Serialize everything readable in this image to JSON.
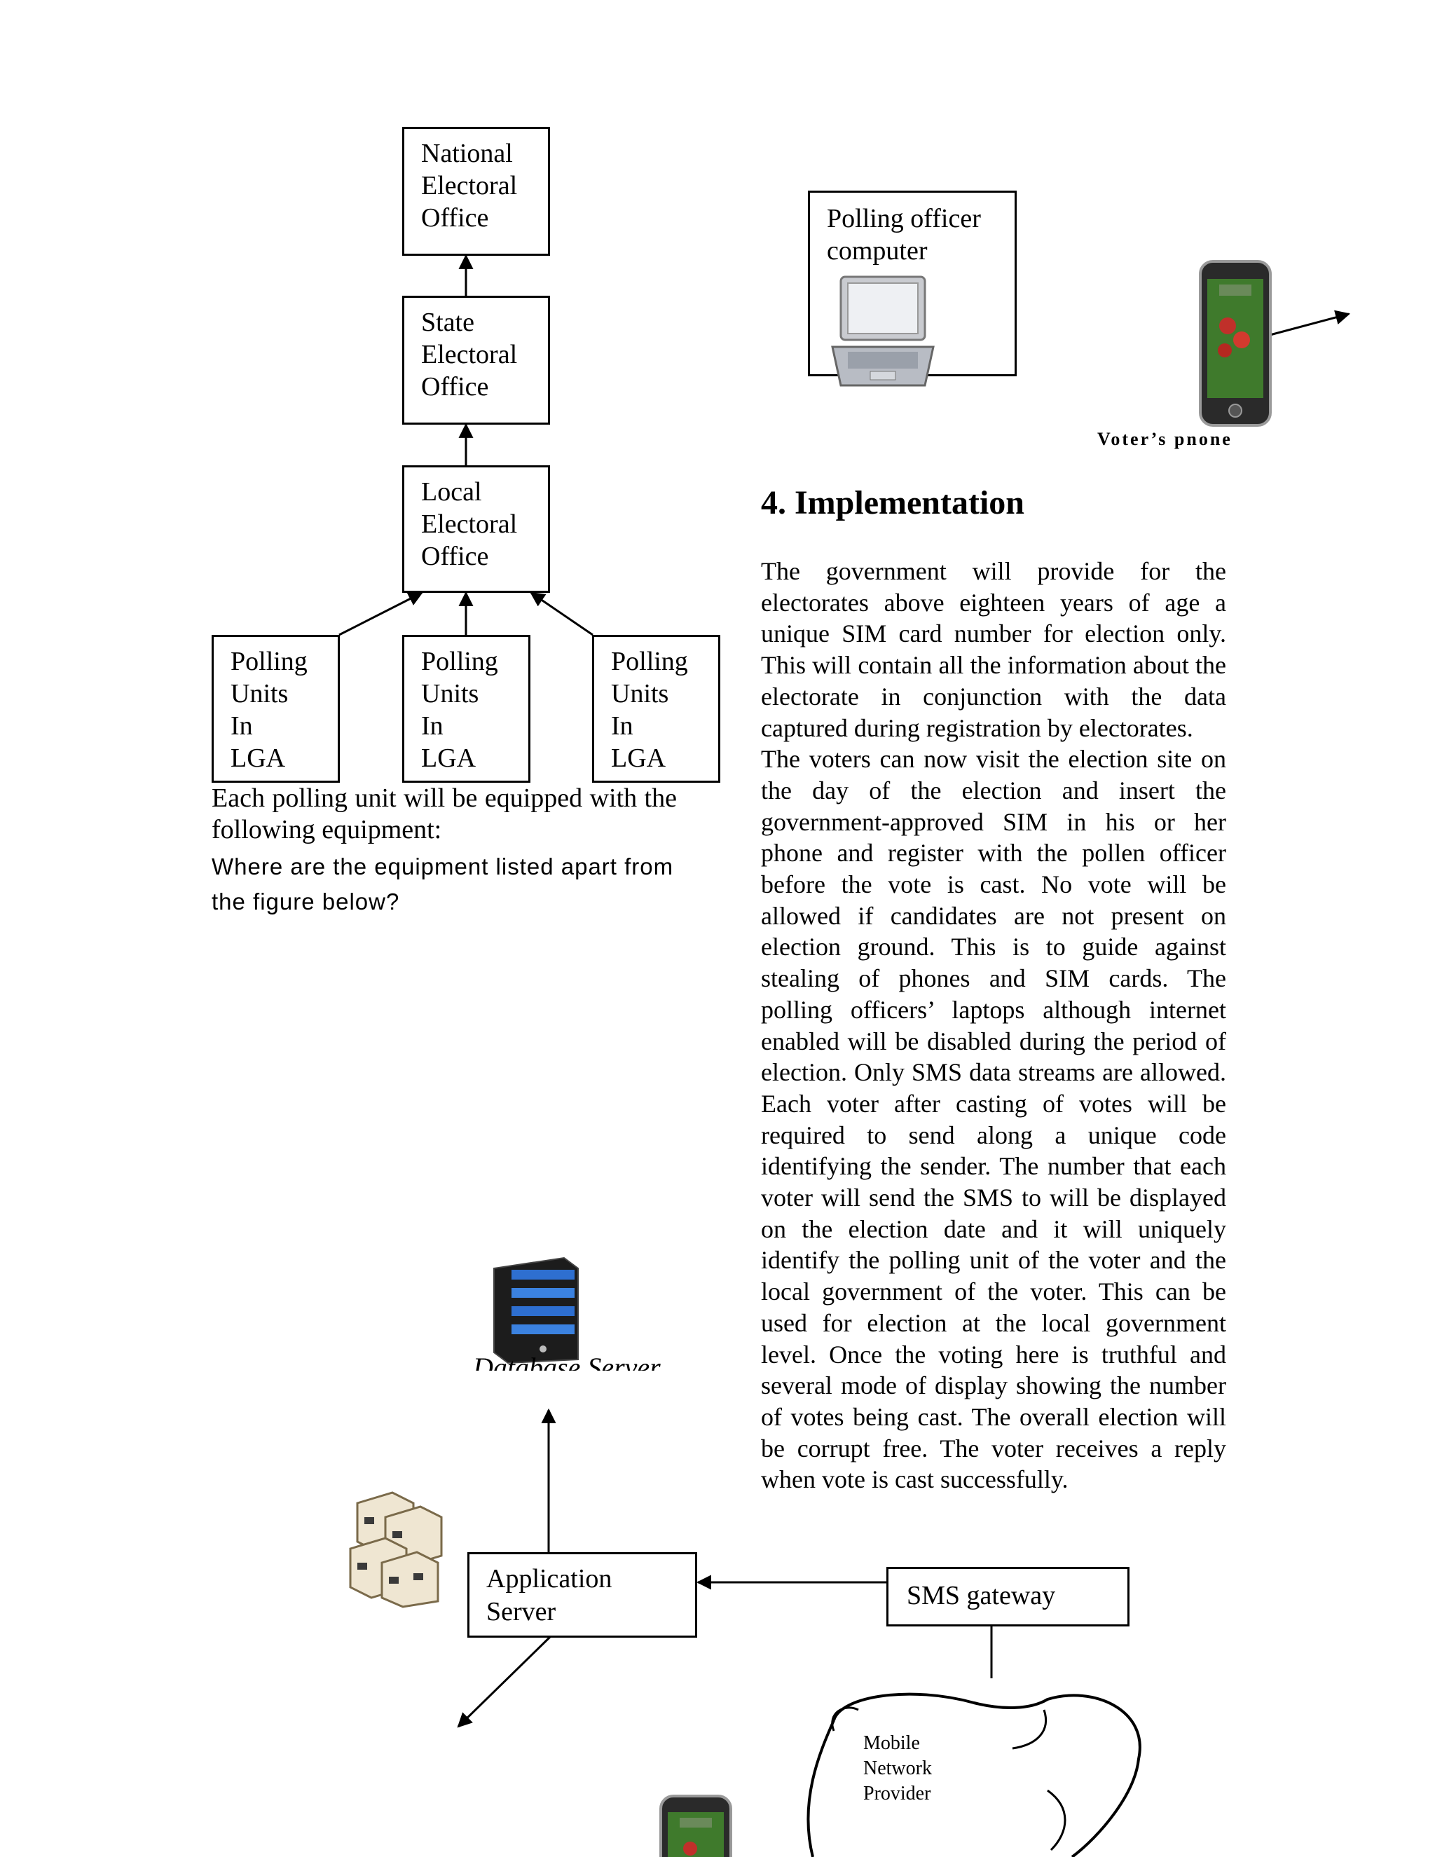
{
  "hierarchy": {
    "national": [
      "National",
      "Electoral",
      "Office"
    ],
    "state": [
      "State",
      "Electoral",
      "Office"
    ],
    "local": [
      "Local",
      "Electoral",
      "Office"
    ],
    "polling_units": [
      [
        "Polling",
        "Units",
        "In",
        "LGA"
      ],
      [
        "Polling",
        "Units",
        "In",
        "LGA"
      ],
      [
        "Polling",
        "Units",
        "In",
        "LGA"
      ]
    ]
  },
  "left_text": {
    "line1": "Each polling unit will be equipped with the following equipment:",
    "question": "Where are the equipment listed apart from the figure below?"
  },
  "equipment": {
    "polling_officer": [
      "Polling officer",
      "computer"
    ],
    "voter_phone": "Voter’s pnone"
  },
  "section": {
    "heading": "4. Implementation",
    "paragraph1": "The government will provide for the electorates above eighteen years of age a unique SIM card number for election only. This will contain all the information about the electorate in conjunction with the data captured during registration by electorates.",
    "paragraph2": "The voters can now visit the election site on the day of the election and insert the government-approved SIM in his or her phone and register with the pollen officer before the vote is cast. No vote will be allowed if candidates are not present on election ground. This is to guide against stealing of phones and SIM cards. The polling officers’ laptops although internet enabled will be disabled during the period of election. Only SMS data streams are allowed. Each voter after casting of votes will be required to send along a unique code identifying the sender. The number that each voter will send the SMS to will be displayed on the election date and it will uniquely identify the polling unit of the voter and the local government of the voter. This can be used for election at the local government level. Once the voting here is truthful and several mode of display showing the number of votes being cast. The overall election will be corrupt free. The voter receives a reply when vote is cast successfully."
  },
  "architecture": {
    "database_server": "Database Server",
    "application_server": [
      "Application",
      "Server"
    ],
    "sms_gateway": "SMS gateway",
    "mobile_network": [
      "Mobile",
      "Network",
      "Provider"
    ]
  }
}
